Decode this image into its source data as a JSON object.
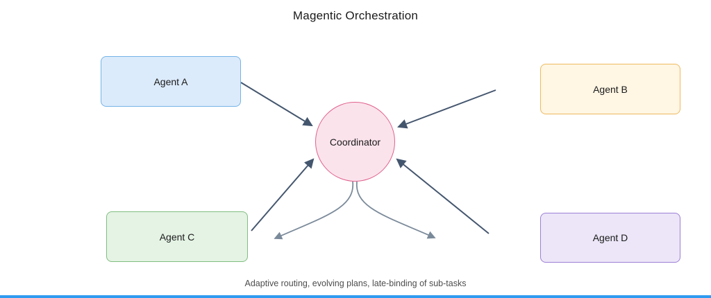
{
  "title": "Magentic Orchestration",
  "caption": "Adaptive routing, evolving plans, late-binding of sub-tasks",
  "nodes": {
    "agent_a": {
      "label": "Agent A"
    },
    "agent_b": {
      "label": "Agent B"
    },
    "agent_c": {
      "label": "Agent C"
    },
    "agent_d": {
      "label": "Agent D"
    },
    "coordinator": {
      "label": "Coordinator"
    }
  },
  "edges": [
    {
      "from": "Agent A",
      "to": "Coordinator",
      "style": "solid-arrow"
    },
    {
      "from": "Agent B",
      "to": "Coordinator",
      "style": "solid-arrow"
    },
    {
      "from": "Agent C",
      "to": "Coordinator",
      "style": "solid-arrow"
    },
    {
      "from": "Agent D",
      "to": "Coordinator",
      "style": "solid-arrow"
    },
    {
      "from": "Coordinator",
      "to": "down-left",
      "style": "curved-arrow"
    },
    {
      "from": "Coordinator",
      "to": "down-right",
      "style": "curved-arrow"
    }
  ],
  "colors": {
    "agent_a_fill": "#dcebfb",
    "agent_a_border": "#74b3e8",
    "agent_b_fill": "#fff6e4",
    "agent_b_border": "#edb95e",
    "agent_c_fill": "#e4f3e4",
    "agent_c_border": "#80bd80",
    "agent_d_fill": "#ece6f8",
    "agent_d_border": "#9b7fd4",
    "coordinator_fill": "#fbe3ec",
    "coordinator_border": "#e0618d",
    "arrow_dark": "#44566e",
    "arrow_curve": "#7b8a9a",
    "bottom_bar": "#2f9bf0"
  }
}
